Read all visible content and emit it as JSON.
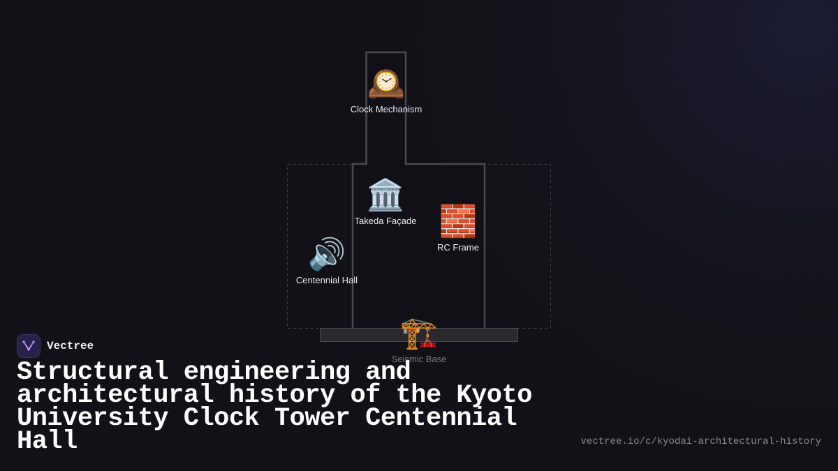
{
  "brand": {
    "name": "Vectree",
    "logo_icon": "vectree-logo-icon"
  },
  "title": "Structural engineering and architectural history of the Kyoto University Clock Tower Centennial Hall",
  "url": "vectree.io/c/kyodai-architectural-history",
  "colors": {
    "background": "#121117",
    "outline": "#4a4a52",
    "accent": "#b07cff"
  },
  "nodes": {
    "clock": {
      "icon": "🕰️",
      "icon_name": "mantelpiece-clock-icon",
      "label": "Clock Mechanism"
    },
    "facade": {
      "icon": "🏛️",
      "icon_name": "classical-building-icon",
      "label": "Takeda Façade"
    },
    "rc_frame": {
      "icon": "🧱",
      "icon_name": "brick-icon",
      "label": "RC Frame"
    },
    "hall": {
      "icon": "🔊",
      "icon_name": "speaker-icon",
      "label": "Centennial Hall"
    },
    "base": {
      "icon": "🏗️",
      "icon_name": "building-construction-icon",
      "label": "Seismic Base"
    }
  }
}
